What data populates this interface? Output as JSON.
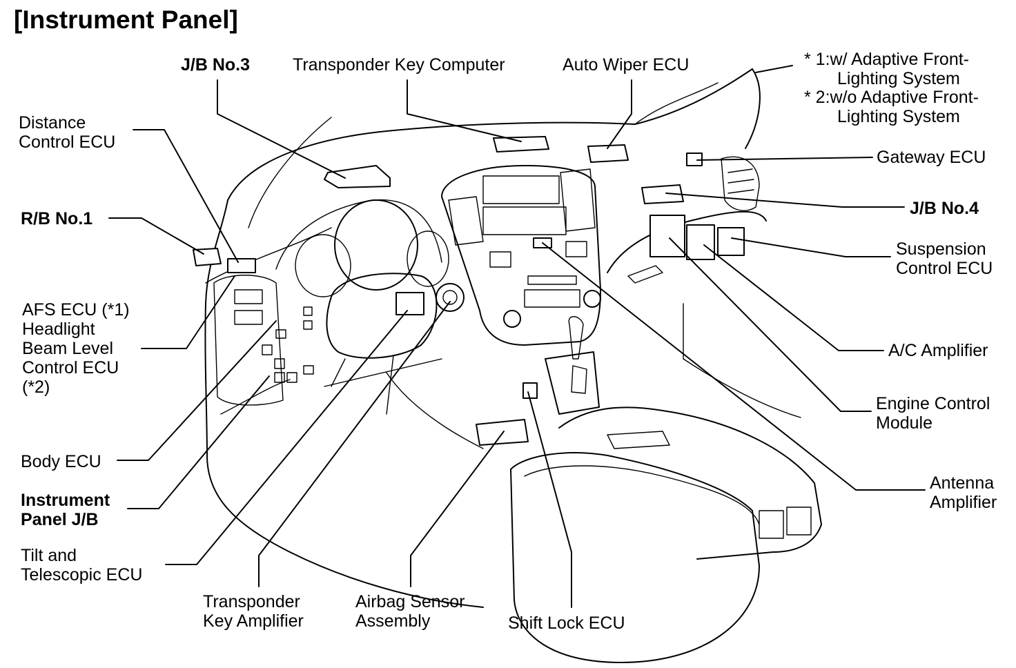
{
  "title": "[Instrument Panel]",
  "notes": {
    "line1": "* 1:w/ Adaptive Front-",
    "line2": "Lighting System",
    "line3": "* 2:w/o Adaptive Front-",
    "line4": "Lighting System"
  },
  "labels": {
    "jb_no3": "J/B No.3",
    "transponder_key_computer": "Transponder Key Computer",
    "auto_wiper_ecu": "Auto Wiper ECU",
    "distance_control_ecu": "Distance\nControl ECU",
    "rb_no1": "R/B No.1",
    "afs_ecu": "AFS ECU (*1)\nHeadlight\nBeam Level\nControl ECU\n(*2)",
    "body_ecu": "Body ECU",
    "instrument_panel_jb": "Instrument\nPanel J/B",
    "tilt_telescopic_ecu": "Tilt and\nTelescopic ECU",
    "transponder_key_amplifier": "Transponder\nKey Amplifier",
    "airbag_sensor_assembly": "Airbag Sensor\nAssembly",
    "shift_lock_ecu": "Shift Lock ECU",
    "gateway_ecu": "Gateway ECU",
    "jb_no4": "J/B No.4",
    "suspension_control_ecu": "Suspension\nControl ECU",
    "ac_amplifier": "A/C Amplifier",
    "engine_control_module": "Engine Control\nModule",
    "antenna_amplifier": "Antenna\nAmplifier"
  }
}
